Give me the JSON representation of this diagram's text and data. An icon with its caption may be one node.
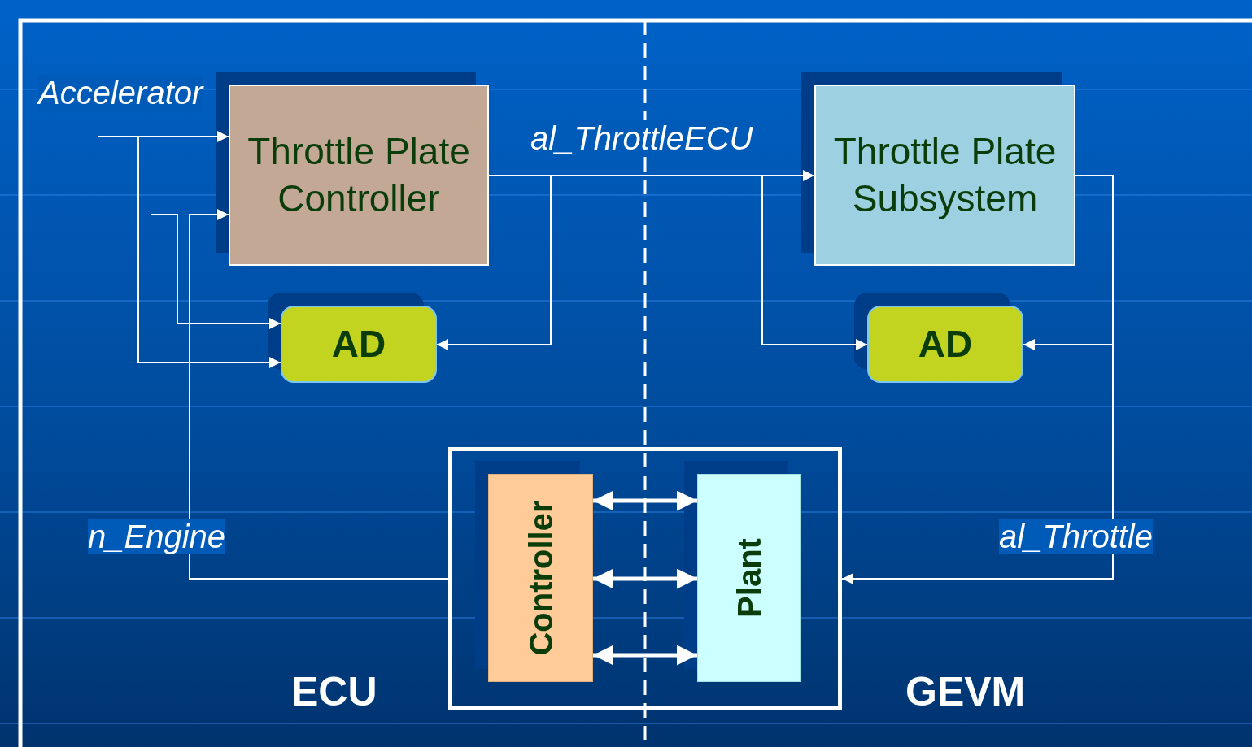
{
  "diagram": {
    "nodes": [
      {
        "text": [
          "Throttle Plate Controller"
        ]
      },
      {
        "text": [
          "Throttle Plate Subsystem"
        ]
      },
      {
        "text": [
          "AD"
        ]
      },
      {
        "text": [
          "AD"
        ]
      },
      {
        "text": [],
        "shape": "box"
      },
      {
        "text": [
          "Controller"
        ],
        "in": 4
      },
      {
        "text": [
          "Plant"
        ],
        "in": 4
      }
    ],
    "edges": [
      {
        "from": null,
        "to": 0,
        "arrow": "to",
        "label": "Accelerator"
      },
      {
        "from": null,
        "to": 2,
        "arrow": "to"
      },
      {
        "from": null,
        "to": 2,
        "arrow": "to"
      },
      {
        "from": 4,
        "to": 0,
        "arrow": "to",
        "label": "n_Engine"
      },
      {
        "from": 0,
        "to": 1,
        "arrow": "to",
        "label": "al_ThrottleECU"
      },
      {
        "from": 0,
        "to": 2,
        "arrow": "to"
      },
      {
        "from": 0,
        "to": 3,
        "arrow": "to"
      },
      {
        "from": 1,
        "to": 4,
        "arrow": "to",
        "label": "al_Throttle"
      },
      {
        "from": 1,
        "to": 3,
        "arrow": "to"
      },
      {
        "from": 5,
        "to": 6,
        "arrow": "both",
        "style": "thick"
      },
      {
        "from": 5,
        "to": 6,
        "arrow": "both",
        "style": "thick"
      },
      {
        "from": 5,
        "to": 6,
        "arrow": "both",
        "style": "thick"
      }
    ],
    "labels": [
      "ECU",
      "GEVM"
    ]
  }
}
